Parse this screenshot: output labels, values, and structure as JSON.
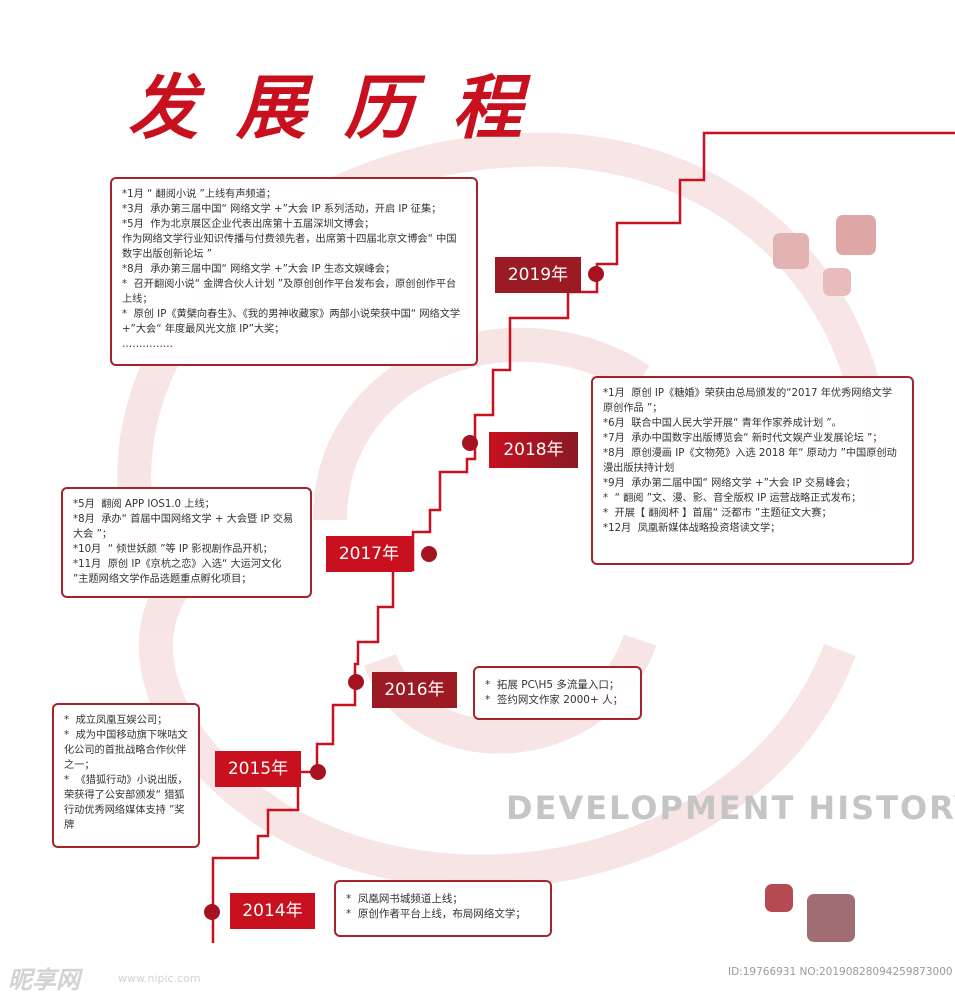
{
  "title": "发展历程",
  "subtitle_en": "DEVELOPMENT HISTORY",
  "colors": {
    "accent": "#c8101f",
    "dark_red": "#9c1a24",
    "dot": "#a51220",
    "card_border": "#a5232c",
    "line": "#c8101f"
  },
  "timeline": [
    {
      "year": "2019年",
      "items": [
        "*1月 “ 翻阅小说 ”上线有声频道；",
        "*3月  承办第三届中国“ 网络文学 +”大会 IP 系列活动，开启 IP 征集；",
        "*5月  作为北京展区企业代表出席第十五届深圳文博会；",
        "作为网络文学行业知识传播与付费领先者，出席第十四届北京文博会“ 中国数字出版创新论坛 ”",
        "*8月  承办第三届中国“ 网络文学 +”大会 IP 生态文娱峰会；",
        "*  召开翻阅小说“ 金牌合伙人计划 ”及原创创作平台发布会，原创创作平台上线；",
        "*  原创 IP《黄檗向春生》、《我的男神收藏家》两部小说荣获中国“ 网络文学 +”大会“ 年度最风光文旅 IP”大奖；",
        "……………"
      ]
    },
    {
      "year": "2018年",
      "items": [
        "*1月  原创 IP《糖婚》荣获由总局颁发的“2017 年优秀网络文学原创作品 ”；",
        "*6月  联合中国人民大学开展“ 青年作家养成计划 ”。",
        "*7月  承办中国数字出版博览会“ 新时代文娱产业发展论坛 ”；",
        "*8月  原创漫画 IP《文物苑》入选 2018 年“ 原动力 ”中国原创动漫出版扶持计划",
        "*9月  承办第二届中国“ 网络文学 +”大会 IP 交易峰会；",
        "*  “ 翻阅 ”文、漫、影、音全版权 IP 运营战略正式发布；",
        "*  开展【 翻阅杯 】首届“ 泛都市 ”主题征文大赛；",
        "*12月  凤凰新媒体战略投资塔读文学；"
      ]
    },
    {
      "year": "2017年",
      "items": [
        "*5月  翻阅 APP IOS1.0 上线；",
        "*8月  承办“ 首届中国网络文学 + 大会暨 IP 交易大会 ”；",
        "*10月  “ 倾世妖颜 ”等 IP 影视剧作品开机；",
        "*11月  原创 IP《京杭之恋》入选“ 大运河文化 ”主题网络文学作品选题重点孵化项目；"
      ]
    },
    {
      "year": "2016年",
      "items": [
        "*  拓展 PC\\H5 多流量入口；",
        "*  签约网文作家 2000+ 人；"
      ]
    },
    {
      "year": "2015年",
      "items": [
        "*  成立凤凰互娱公司；",
        "*  成为中国移动旗下咪咕文化公司的首批战略合作伙伴之一；",
        "*  《猎狐行动》小说出版，荣获得了公安部颁发“ 猎狐行动优秀网络媒体支持 ”奖牌"
      ]
    },
    {
      "year": "2014年",
      "items": [
        "*  凤凰网书城频道上线；",
        "*  原创作者平台上线，布局网络文学；"
      ]
    }
  ],
  "watermark": {
    "site": "昵享网",
    "url": "www.nipic.com",
    "id": "ID:19766931 NO:20190828094259873000"
  }
}
